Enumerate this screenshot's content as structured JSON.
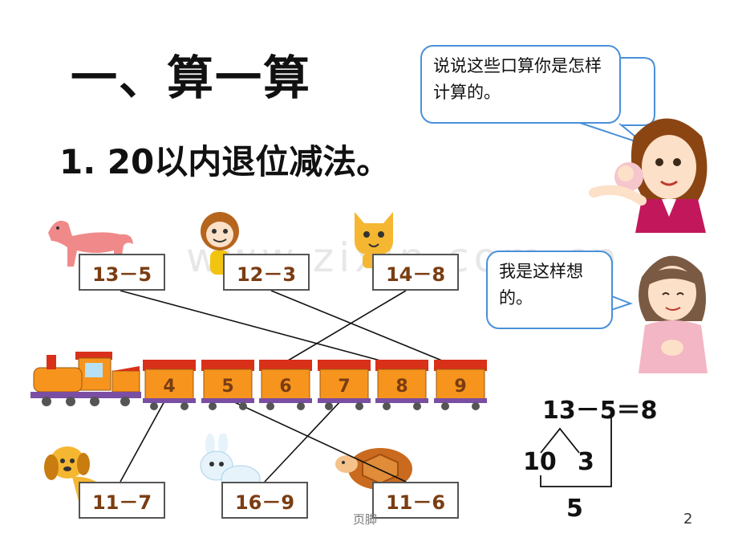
{
  "slide": {
    "title": "一、算一算",
    "subtitle": "1. 20以内退位减法。",
    "bubble1_text": "说说这些口算你是怎样计算的。",
    "bubble2_text": "我是这样想的。",
    "watermark": "www.zixin.com.cn",
    "top_expressions": [
      "13－5",
      "12－3",
      "14－8"
    ],
    "bottom_expressions": [
      "11－7",
      "16－9",
      "11－6"
    ],
    "wagon_numbers": [
      "4",
      "5",
      "6",
      "7",
      "8",
      "9"
    ],
    "worked_example": {
      "equation": "13－5＝8",
      "split_left": "10",
      "split_right": "3",
      "result": "5"
    },
    "footer_text": "页脚",
    "page_number": "2"
  },
  "colors": {
    "wagon": "#f7941d",
    "wagon_roof": "#d9301a",
    "expr_text": "#7a3d12",
    "bubble_border": "#4a90d9"
  }
}
